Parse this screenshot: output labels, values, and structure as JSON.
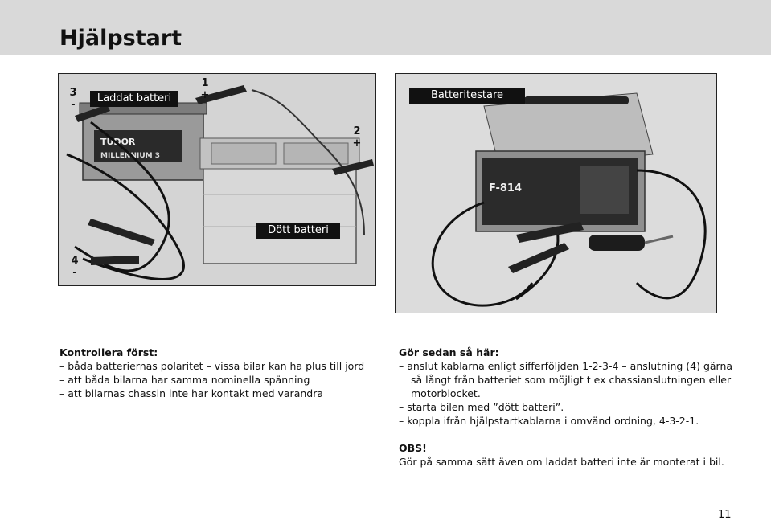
{
  "page": {
    "title": "Hjälpstart",
    "page_number": "11"
  },
  "photo_left": {
    "label_charged": "Laddat batteri",
    "label_dead": "Dött batteri",
    "terminal_3": "3\n-",
    "terminal_1": "1\n+",
    "terminal_2": "2\n+",
    "terminal_4": "4\n-",
    "battery_brand": "TUDOR",
    "battery_model": "MILLENNIUM 3"
  },
  "photo_right": {
    "label_tester": "Batteritestare",
    "device_model": "F-814"
  },
  "left_text": {
    "heading": "Kontrollera först:",
    "lines": [
      "– båda batteriernas polaritet – vissa bilar kan ha plus till jord",
      "– att båda bilarna har samma nominella spänning",
      "– att bilarnas chassin inte har kontakt med varandra"
    ]
  },
  "right_text": {
    "heading": "Gör sedan så här:",
    "line_1": "– anslut kablarna enligt sifferföljden 1-2-3-4 – anslutning (4) gärna",
    "line_1b": "så långt från batteriet som möjligt t ex chassianslutningen eller",
    "line_1c": "motorblocket.",
    "line_2": "– starta bilen med ”dött batteri”.",
    "line_3": "– koppla ifrån hjälpstartkablarna i omvänd ordning, 4-3-2-1.",
    "obs_heading": "OBS!",
    "obs_text": "Gör på samma sätt även om laddat batteri inte är monterat i bil."
  }
}
